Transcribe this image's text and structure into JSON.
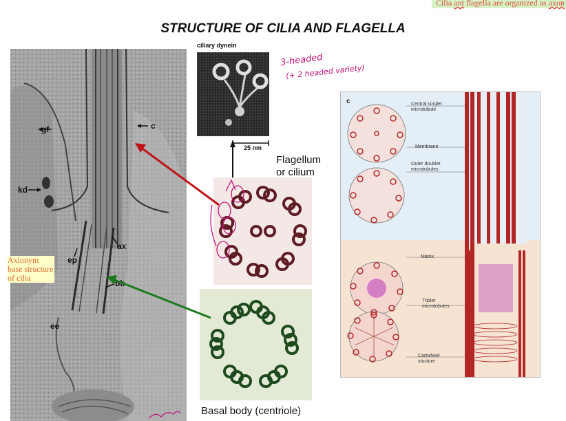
{
  "header": {
    "title": "STRUCTURE OF CILIA AND FLAGELLA",
    "note_before": "Cilia ",
    "note_mis": "ant",
    "note_mid": " flagella are organized as ",
    "note_end": "axon"
  },
  "em_micrograph": {
    "labels": {
      "gf": "gf",
      "c": "c",
      "kd": "kd",
      "ax": "ax",
      "ep": "ep",
      "bb": "bb",
      "ee": "ee"
    }
  },
  "annotation_box": {
    "text": "Axionym base structure of cilia"
  },
  "dynein": {
    "title": "ciliary dynein",
    "scale": "25 nm",
    "handwritten_1": "3-headed",
    "handwritten_2": "(+ 2 headed variety)"
  },
  "cross_section": {
    "label_line1": "Flagellum",
    "label_line2": "or cilium"
  },
  "basal_body": {
    "label": "Basal body (centriole)"
  },
  "diagram": {
    "panel_letter": "c",
    "labels": {
      "central_singlet": [
        "Central singlet",
        "microtubule"
      ],
      "membrane": "Membrane",
      "outer_doublet": [
        "Outer doublet",
        "microtubules"
      ],
      "matrix": "Matrix",
      "triplet": [
        "Triplet",
        "microtubules"
      ],
      "cartwheel": [
        "Cartwheel",
        "stucture"
      ]
    }
  },
  "colors": {
    "arrow_red": "#c0141a",
    "arrow_green": "#1e7a1e",
    "ink_magenta": "#c0147a"
  }
}
